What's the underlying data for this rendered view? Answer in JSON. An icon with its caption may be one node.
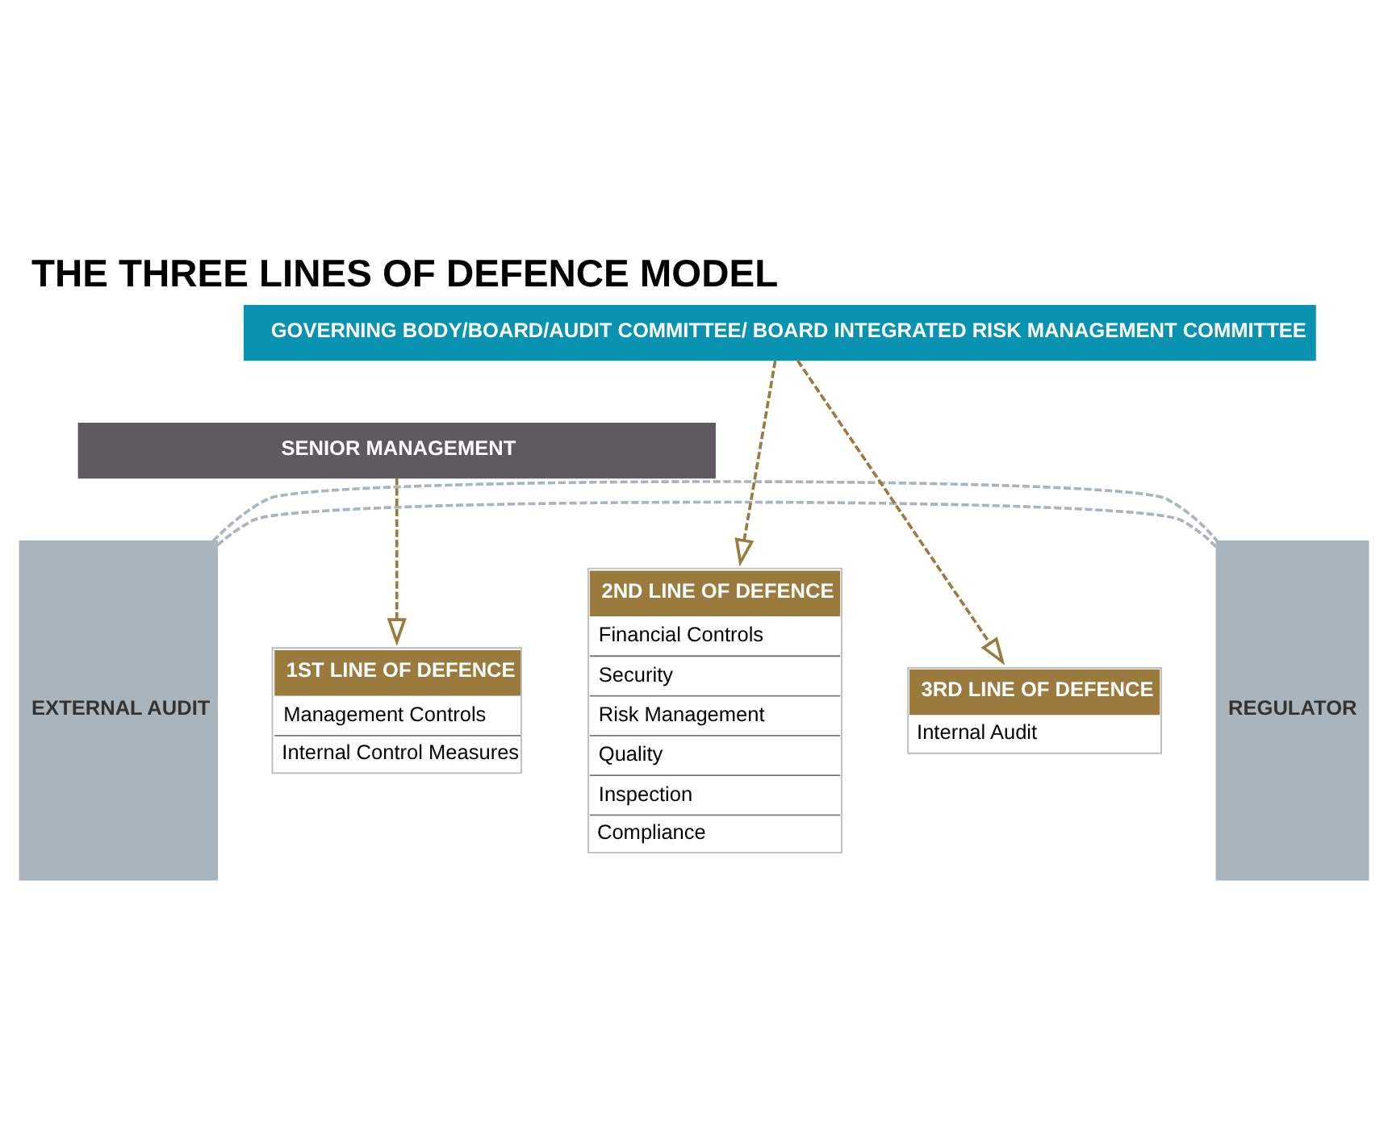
{
  "diagram": {
    "title": "THE THREE LINES OF DEFENCE MODEL",
    "nodes": [
      {
        "text": [
          "EXTERNAL AUDIT"
        ]
      },
      {
        "text": [
          "GOVERNING BODY/BOARD/AUDIT COMMITTEE/ BOARD INTEGRATED RISK MANAGEMENT COMMITTEE"
        ]
      },
      {
        "text": [
          "SENIOR MANAGEMENT"
        ]
      },
      {
        "text": [
          "1ST LINE OF DEFENCE",
          "Management Controls",
          "Internal Control Measures"
        ]
      },
      {
        "text": [
          "2ND LINE OF DEFENCE",
          "Financial Controls",
          "Security",
          "Risk Management",
          "Quality",
          "Inspection",
          "Compliance"
        ]
      },
      {
        "text": [
          "3RD LINE OF DEFENCE",
          "Internal Audit"
        ]
      },
      {
        "text": [
          "REGULATOR"
        ]
      }
    ],
    "edges": [
      {
        "from": 0,
        "to": 6,
        "arrow": "none",
        "style": "dashed",
        "color": "#a9b4bc"
      },
      {
        "from": 1,
        "to": 5,
        "arrow": "to",
        "style": "dashed"
      },
      {
        "from": 1,
        "to": 4,
        "arrow": "to",
        "style": "dashed"
      },
      {
        "from": 2,
        "to": 3,
        "arrow": "to",
        "style": "dashed"
      },
      {
        "from": 0,
        "to": 6,
        "arrow": "none",
        "style": "dashed",
        "color": "#a9b4bc"
      }
    ]
  }
}
